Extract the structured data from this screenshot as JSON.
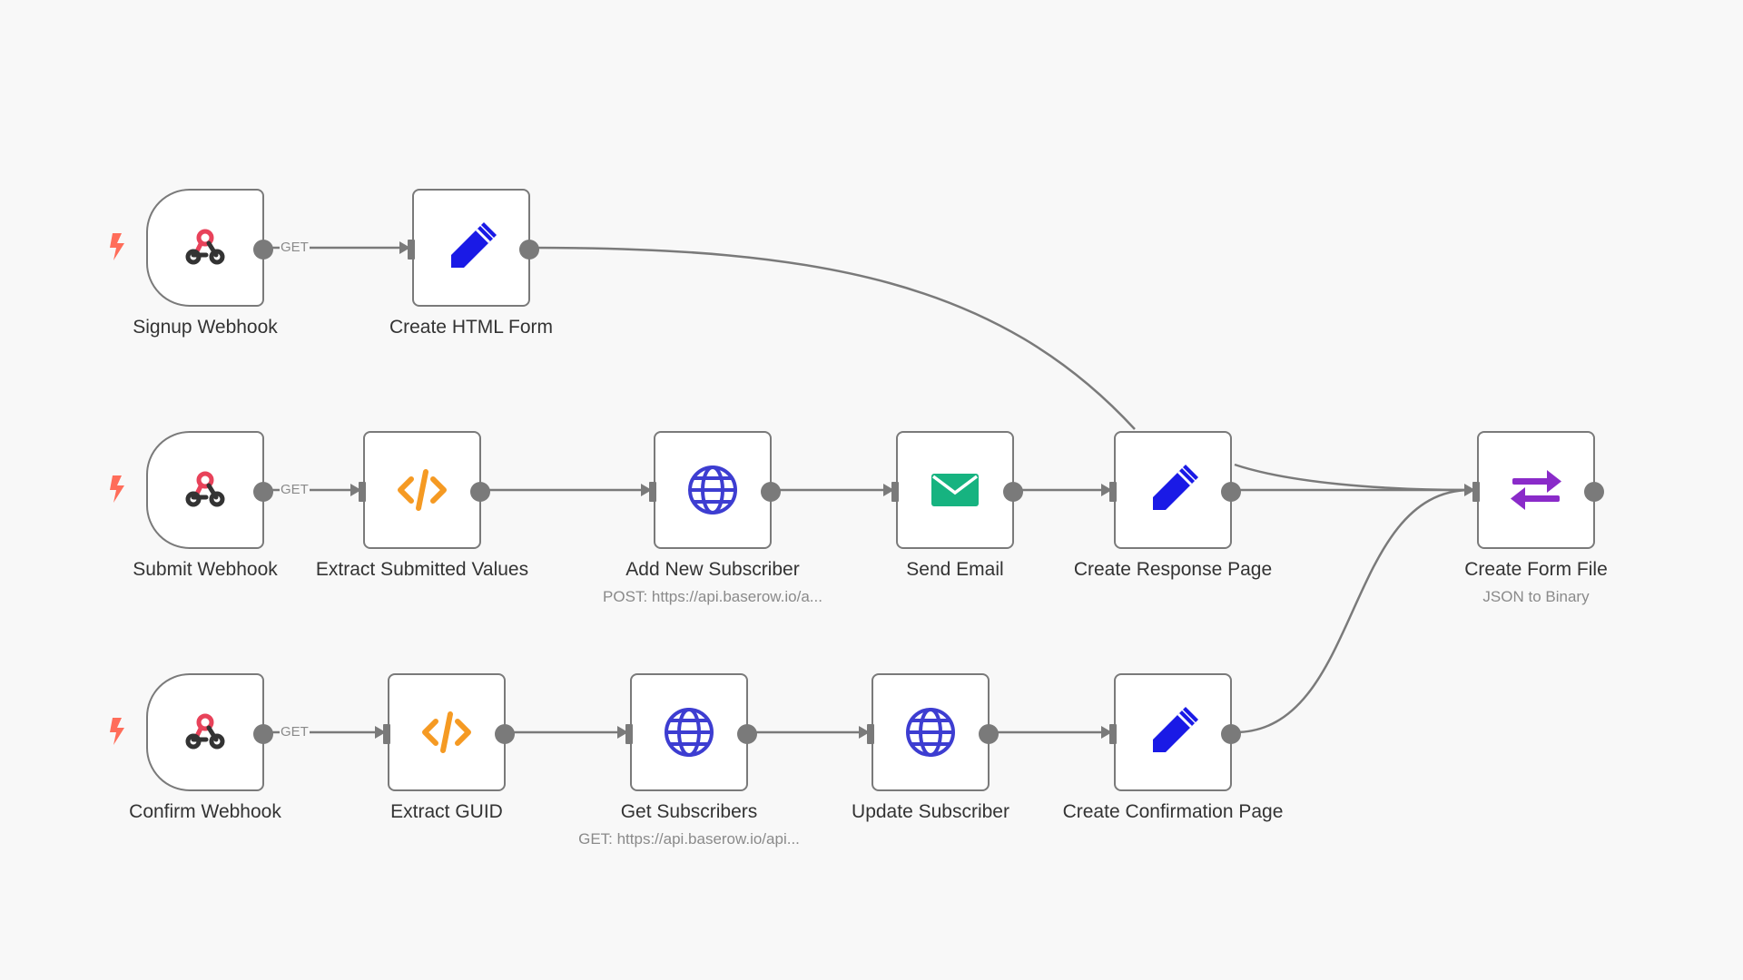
{
  "colors": {
    "background": "#f8f8f8",
    "wire": "#7a7a7a",
    "webhook_red": "#e8425a",
    "bolt": "#ff6d5a",
    "pencil": "#1a1ae6",
    "code": "#f59a23",
    "globe": "#3d3dd1",
    "email": "#16b380",
    "convert": "#8a2bc9"
  },
  "nodes": {
    "signup_webhook": {
      "label": "Signup Webhook",
      "icon": "webhook-icon"
    },
    "create_html_form": {
      "label": "Create HTML Form",
      "icon": "pencil-icon"
    },
    "submit_webhook": {
      "label": "Submit Webhook",
      "icon": "webhook-icon"
    },
    "extract_submitted_values": {
      "label": "Extract Submitted Values",
      "icon": "code-icon"
    },
    "add_new_subscriber": {
      "label": "Add New Subscriber",
      "subtitle": "POST: https://api.baserow.io/a...",
      "icon": "globe-icon"
    },
    "send_email": {
      "label": "Send Email",
      "icon": "envelope-icon"
    },
    "create_response_page": {
      "label": "Create Response Page",
      "icon": "pencil-icon"
    },
    "create_form_file": {
      "label": "Create Form File",
      "subtitle": "JSON to Binary",
      "icon": "convert-arrows-icon"
    },
    "confirm_webhook": {
      "label": "Confirm Webhook",
      "icon": "webhook-icon"
    },
    "extract_guid": {
      "label": "Extract GUID",
      "icon": "code-icon"
    },
    "get_subscribers": {
      "label": "Get Subscribers",
      "subtitle": "GET: https://api.baserow.io/api...",
      "icon": "globe-icon"
    },
    "update_subscriber": {
      "label": "Update Subscriber",
      "icon": "globe-icon"
    },
    "create_confirmation_page": {
      "label": "Create Confirmation Page",
      "icon": "pencil-icon"
    }
  },
  "connection_labels": {
    "signup": "GET",
    "submit": "GET",
    "confirm": "GET"
  }
}
